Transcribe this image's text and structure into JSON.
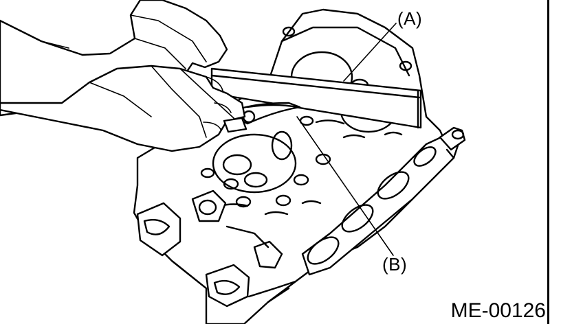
{
  "callouts": {
    "a": "(A)",
    "b": "(B)"
  },
  "figure_code": "ME-00126"
}
